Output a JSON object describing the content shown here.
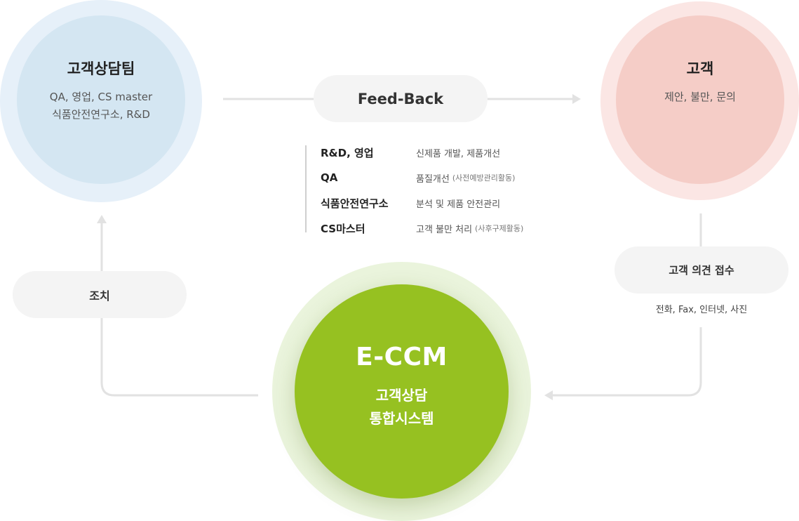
{
  "team": {
    "title": "고객상담팀",
    "line1": "QA, 영업, CS master",
    "line2": "식품안전연구소, R&D"
  },
  "customer": {
    "title": "고객",
    "subtitle": "제안, 불만, 문의"
  },
  "feedback": {
    "label": "Feed-Back",
    "items": [
      {
        "key": "R&D, 영업",
        "desc": "신제품 개발, 제품개선",
        "note": ""
      },
      {
        "key": "QA",
        "desc": "품질개선",
        "note": "(사전예방관리활동)"
      },
      {
        "key": "식품안전연구소",
        "desc": "분석 및 제품 안전관리",
        "note": ""
      },
      {
        "key": "CS마스터",
        "desc": "고객 불만 처리",
        "note": "(사후구제활동)"
      }
    ]
  },
  "receive": {
    "label": "고객 의견 접수",
    "channels": "전화, Fax, 인터넷, 사진"
  },
  "action": {
    "label": "조치"
  },
  "eccm": {
    "title": "E-CCM",
    "sub1": "고객상담",
    "sub2": "통합시스템"
  }
}
